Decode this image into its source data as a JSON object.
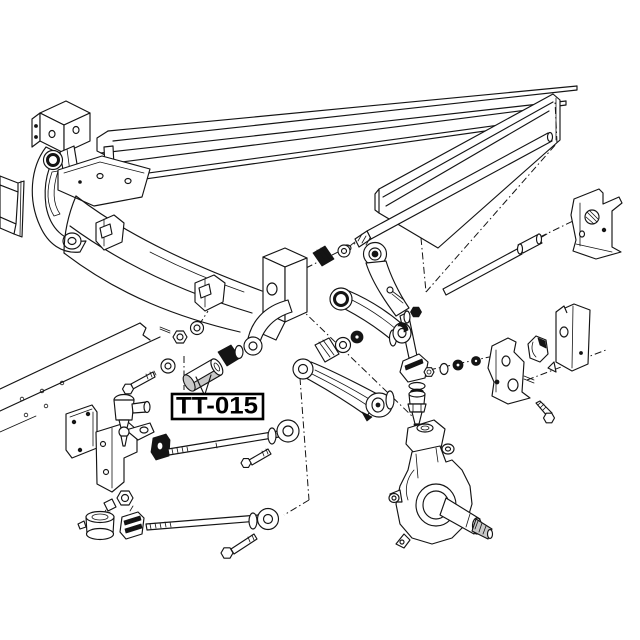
{
  "figure": {
    "part_label": "TT-015",
    "type": "exploded-parts-diagram"
  },
  "colors": {
    "background": "#ffffff",
    "line_art": "#141414",
    "label_text": "#000000",
    "label_box_border": "#000000",
    "label_box_fill": "#ffffff",
    "bushing_shade": "#c9c9c9"
  },
  "parts": [
    "frame-rail-upper",
    "frame-rail-lower",
    "frame-rail-stub",
    "frame-bracket",
    "shackle-arm",
    "mount-plate",
    "crossmember-beam",
    "beam-clamp",
    "mount-tower",
    "anchor-arm",
    "side-panel",
    "torsion-bar",
    "anchor-rod",
    "anchor-bracket",
    "upper-arm",
    "shock-link",
    "lower-arm",
    "ball-joint",
    "steering-knuckle",
    "bracket-pair",
    "strut-rod-upper",
    "strut-rod-lower",
    "mount-bracket-left",
    "lower-ball-joint",
    "arm-bushing",
    "washers-and-nuts"
  ]
}
